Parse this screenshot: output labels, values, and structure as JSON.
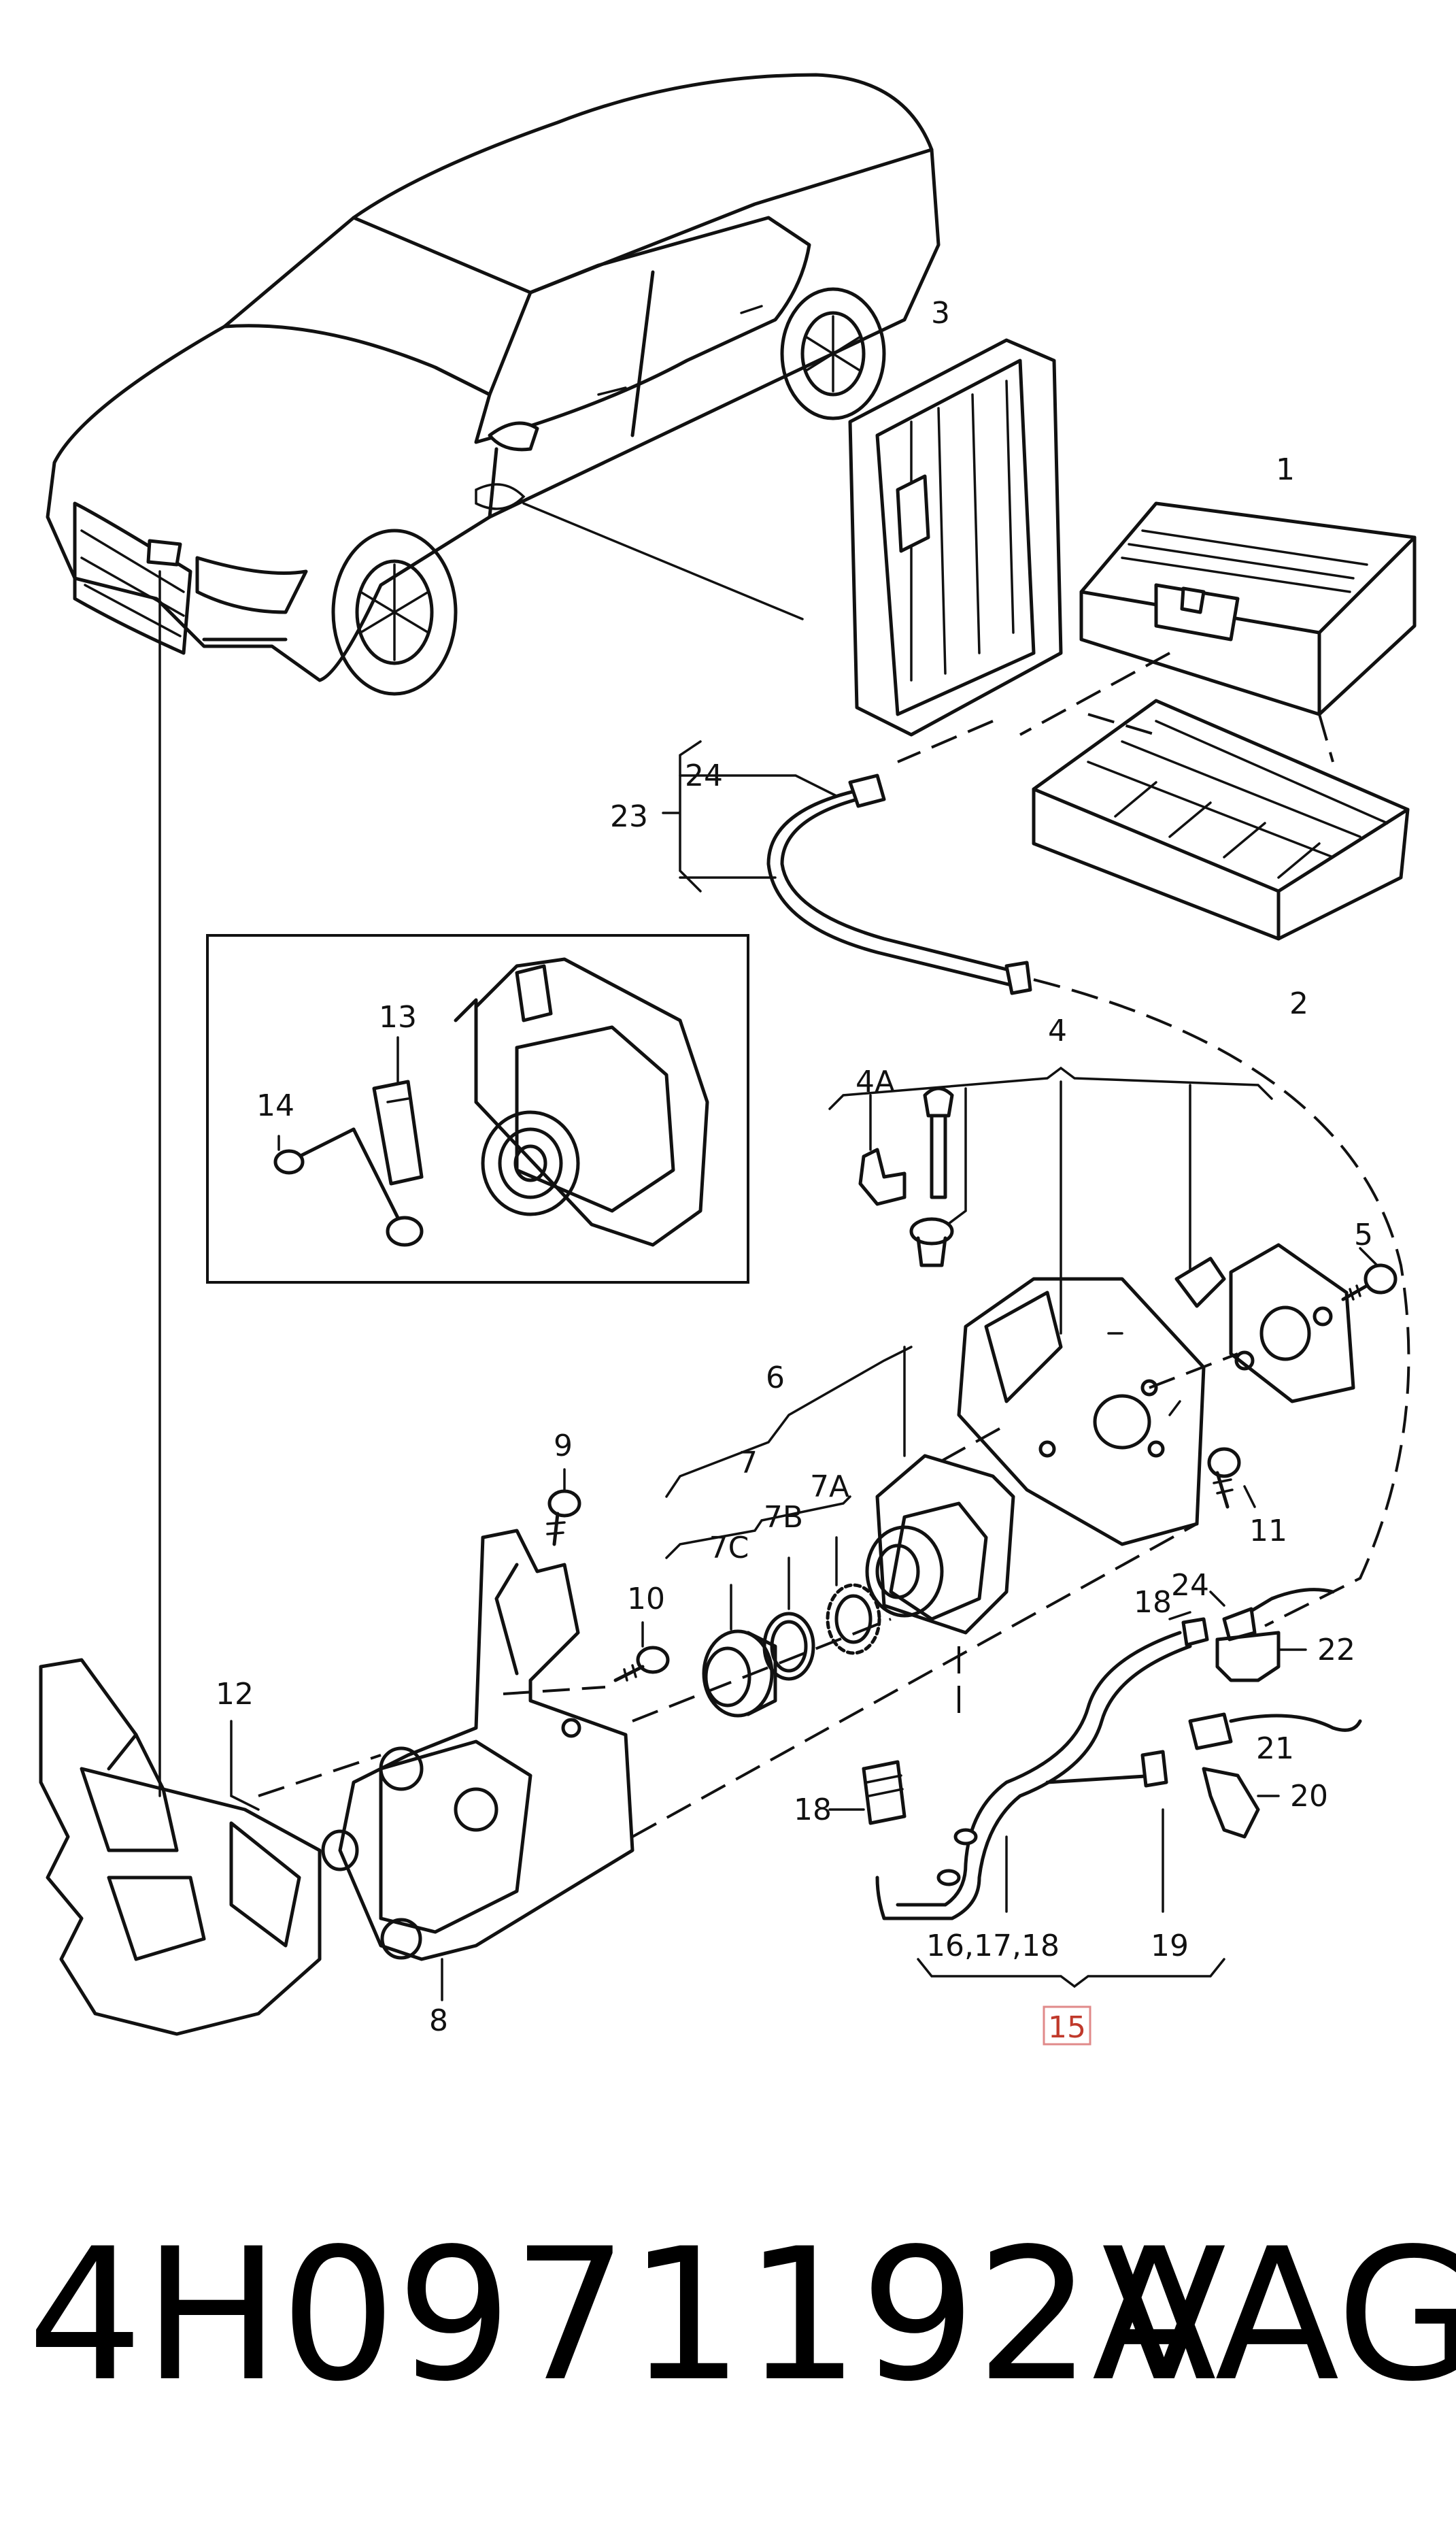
{
  "callouts": {
    "c1": "1",
    "c2": "2",
    "c3": "3",
    "c4": "4",
    "c4a": "4A",
    "c5": "5",
    "c6": "6",
    "c7": "7",
    "c7a": "7A",
    "c7b": "7B",
    "c7c": "7C",
    "c8": "8",
    "c9": "9",
    "c10": "10",
    "c11": "11",
    "c12": "12",
    "c13": "13",
    "c14": "14",
    "c15": "15",
    "c16": "16,17,18",
    "c18a": "18",
    "c18b": "18",
    "c19": "19",
    "c20": "20",
    "c21": "21",
    "c22": "22",
    "c23": "23",
    "c24a": "24",
    "c24b": "24"
  },
  "footer": {
    "part_number": "4H0971192A",
    "brand": "VAG"
  },
  "colors": {
    "line": "#111111",
    "highlight_box": "#e08a8a",
    "highlight_text": "#c0392b"
  }
}
